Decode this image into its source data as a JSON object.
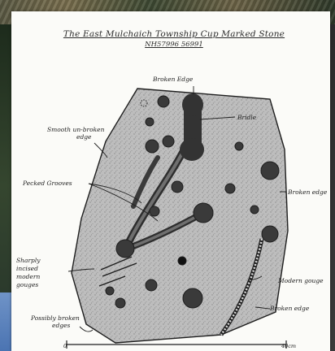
{
  "title": "The East Mulchaich Township Cup Marked Stone",
  "grid_reference": "NH57996 56991",
  "labels": {
    "broken_edge_top": "Broken Edge",
    "bridle": "Bridle",
    "smooth_unbroken_edge_1": "Smooth un-broken",
    "smooth_unbroken_edge_2": "edge",
    "pecked_grooves": "Pecked Grooves",
    "broken_edge_right": "Broken edge",
    "modern_gouge": "Modern gouge",
    "sharply_1": "Sharply",
    "sharply_2": "incised",
    "sharply_3": "modern",
    "sharply_4": "gouges",
    "possibly_broken_1": "Possibly broken",
    "possibly_broken_2": "edges",
    "broken_edge_bottom": "Broken edge"
  },
  "scale": {
    "start": "0",
    "end": "40cm"
  },
  "colors": {
    "stone_fill": "#b9b9b9",
    "cup_fill": "#3a3a3a",
    "ink": "#1e1e1e",
    "paper": "#fbfbf8"
  }
}
